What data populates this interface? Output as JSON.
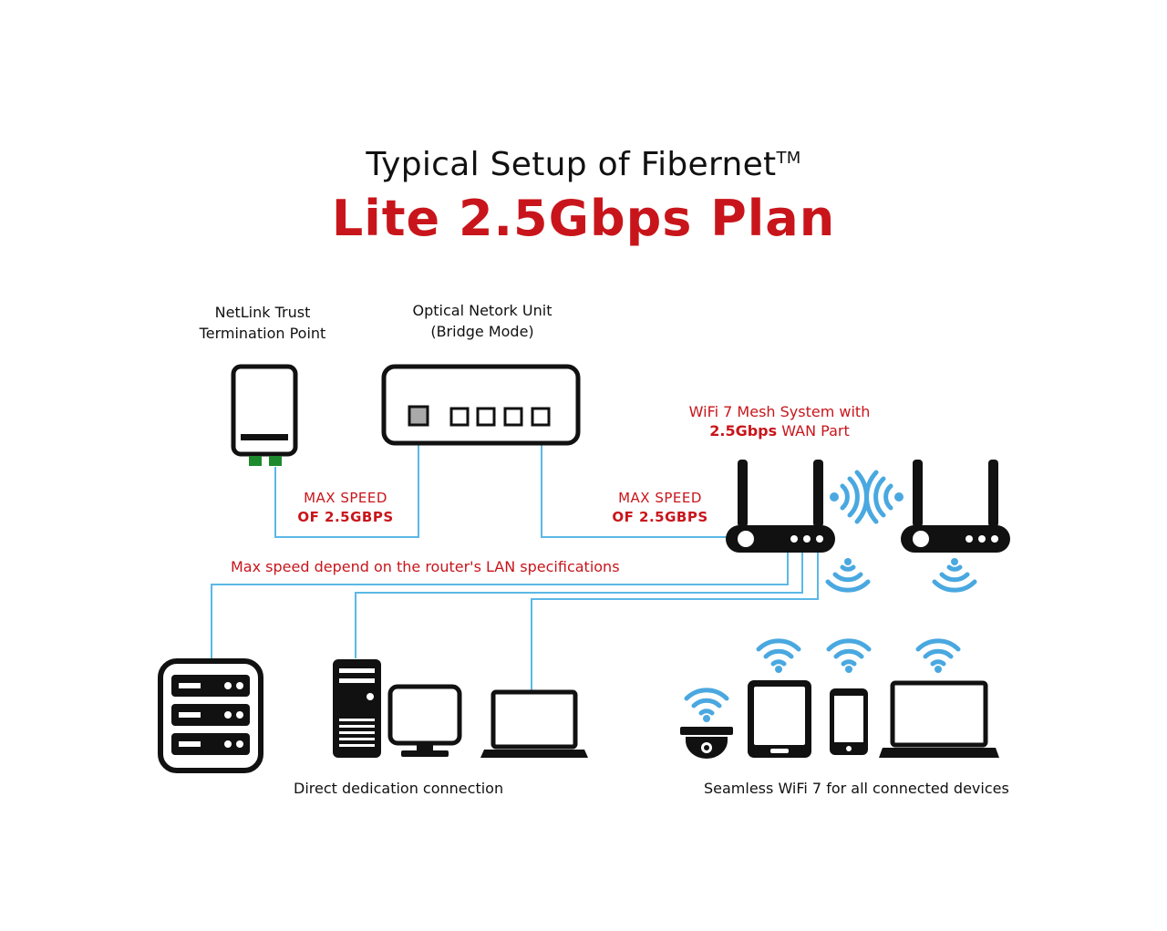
{
  "title": {
    "line1": "Typical Setup of Fibernet",
    "tm": "TM",
    "line2": "Lite 2.5Gbps Plan"
  },
  "nodes": {
    "ntp": {
      "line1": "NetLink Trust",
      "line2": "Termination Point"
    },
    "onu": {
      "line1": "Optical Netork Unit",
      "line2": "(Bridge Mode)"
    },
    "mesh": {
      "line1": "WiFi 7 Mesh System with",
      "line2_bold": "2.5Gbps",
      "line2_rest": " WAN Part"
    }
  },
  "speeds": {
    "left": {
      "line1": "MAX SPEED",
      "line2": "OF 2.5GBPS"
    },
    "right": {
      "line1": "MAX SPEED",
      "line2": "OF 2.5GBPS"
    }
  },
  "lan_note": "Max speed depend on the router's LAN specifications",
  "captions": {
    "wired": "Direct dedication connection",
    "wireless": "Seamless WiFi 7 for all connected devices"
  },
  "colors": {
    "accent_red": "#c8151b",
    "line_blue": "#5bb8e6",
    "wifi_blue": "#4aa8e0",
    "port_green": "#1e8a2e"
  },
  "icons": [
    "ntp-box-icon",
    "onu-icon",
    "router-icon",
    "server-icon",
    "desktop-pc-icon",
    "laptop-icon",
    "security-camera-icon",
    "tablet-icon",
    "smartphone-icon",
    "wifi-icon"
  ]
}
